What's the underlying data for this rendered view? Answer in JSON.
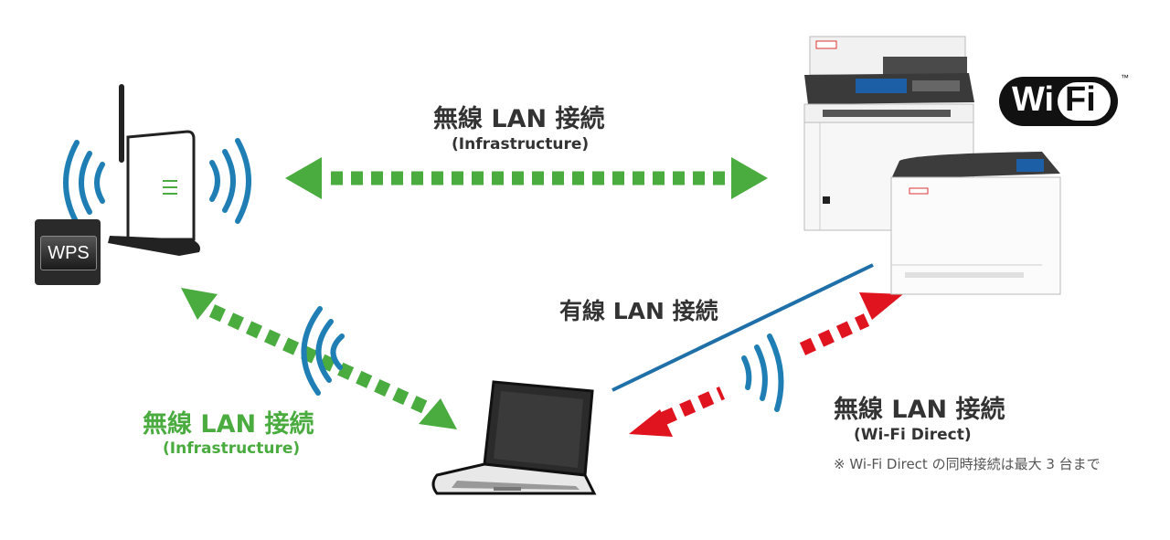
{
  "labels": {
    "top_main": "無線 LAN 接続",
    "top_sub": "(Infrastructure)",
    "wired": "有線 LAN 接続",
    "left_main": "無線 LAN 接続",
    "left_sub": "(Infrastructure)",
    "right_main": "無線 LAN 接続",
    "right_sub": "(Wi-Fi Direct)",
    "note": "※ Wi-Fi Direct の同時接続は最大 3 台まで"
  },
  "wps_label": "WPS",
  "wifi_logo": {
    "wi": "Wi",
    "fi": "Fi",
    "tm": "™"
  },
  "icons": {
    "router": "wireless-router-icon",
    "printer_mfp": "multifunction-printer-icon",
    "printer": "laser-printer-icon",
    "laptop": "laptop-icon",
    "signal": "wifi-signal-icon"
  },
  "colors": {
    "infrastructure_link": "#4aab3f",
    "wifi_direct_link": "#e0141e",
    "wired_link": "#1f6fa8",
    "signal_waves": "#1f7fb4",
    "label_text": "#333333"
  }
}
